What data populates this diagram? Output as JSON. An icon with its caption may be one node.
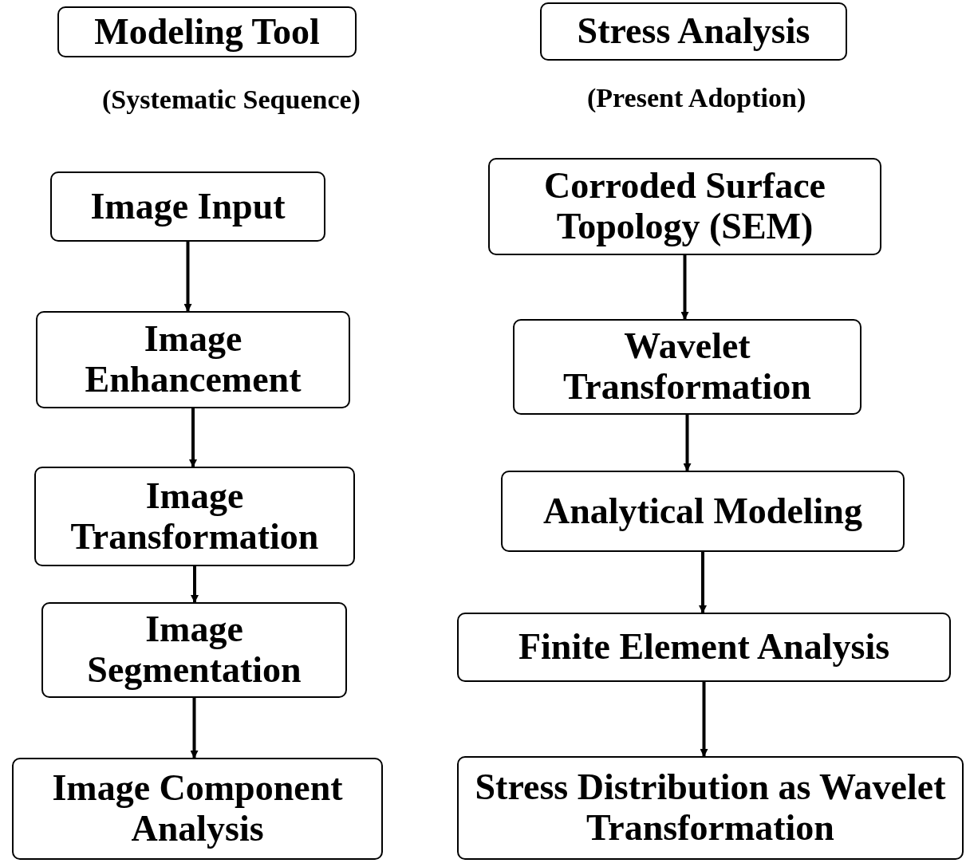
{
  "diagram": {
    "nodes": [
      {
        "text": [
          "Modeling Tool"
        ],
        "beside": [
          "(Systematic Sequence)"
        ]
      },
      {
        "text": [
          "Stress Analysis"
        ],
        "beside": [
          "(Present Adoption)"
        ]
      },
      {
        "text": [
          "Image Input"
        ]
      },
      {
        "text": [
          "Image Enhancement"
        ]
      },
      {
        "text": [
          "Image Transformation"
        ]
      },
      {
        "text": [
          "Image Segmentation"
        ]
      },
      {
        "text": [
          "Image Component Analysis"
        ]
      },
      {
        "text": [
          "Corroded Surface Topology (SEM)"
        ]
      },
      {
        "text": [
          "Wavelet Transformation"
        ]
      },
      {
        "text": [
          "Analytical Modeling"
        ]
      },
      {
        "text": [
          "Finite Element Analysis"
        ]
      },
      {
        "text": [
          "Stress Distribution as Wavelet Transformation"
        ]
      }
    ],
    "edges": [
      {
        "from": 2,
        "to": 3,
        "arrow": "to"
      },
      {
        "from": 3,
        "to": 4,
        "arrow": "to"
      },
      {
        "from": 4,
        "to": 5,
        "arrow": "to"
      },
      {
        "from": 5,
        "to": 6,
        "arrow": "to"
      },
      {
        "from": 7,
        "to": 8,
        "arrow": "to"
      },
      {
        "from": 8,
        "to": 9,
        "arrow": "to"
      },
      {
        "from": 9,
        "to": 10,
        "arrow": "to"
      },
      {
        "from": 10,
        "to": 11,
        "arrow": "to"
      }
    ]
  }
}
